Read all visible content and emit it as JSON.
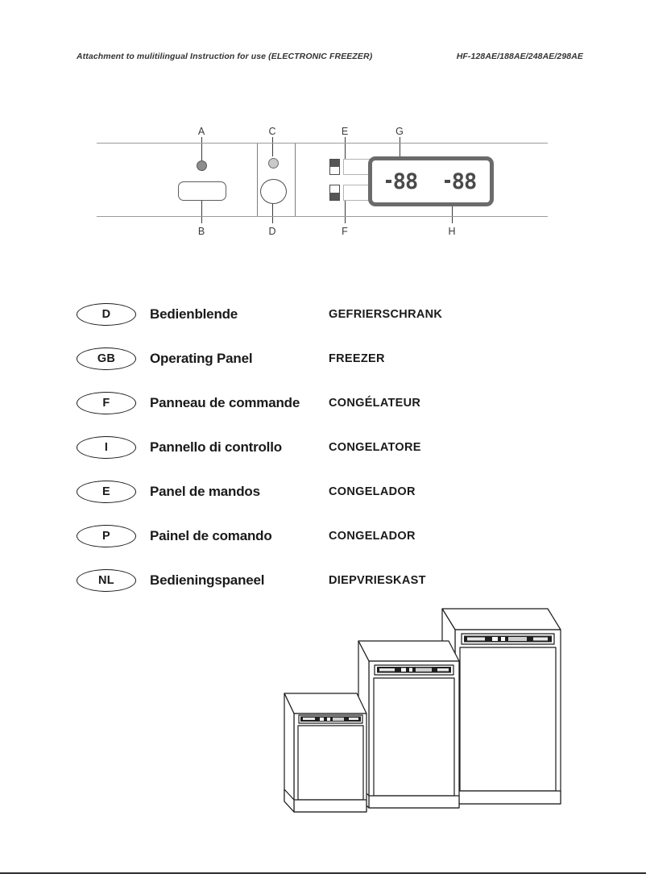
{
  "header": {
    "left": "Attachment to mulitilingual Instruction for use (ELECTRONIC FREEZER)",
    "right": "HF-128AE/188AE/248AE/298AE"
  },
  "panel_diagram": {
    "callouts_top": [
      "A",
      "C",
      "E",
      "G"
    ],
    "callouts_bottom": [
      "B",
      "D",
      "F",
      "H"
    ],
    "display": {
      "left_value": "88",
      "right_value": "88",
      "left_sign": "-",
      "right_sign": "-"
    }
  },
  "languages": [
    {
      "code": "D",
      "panel": "Bedienblende",
      "appliance": "GEFRIERSCHRANK"
    },
    {
      "code": "GB",
      "panel": "Operating Panel",
      "appliance": "FREEZER"
    },
    {
      "code": "F",
      "panel": "Panneau de commande",
      "appliance": "CONGÉLATEUR"
    },
    {
      "code": "I",
      "panel": "Pannello di controllo",
      "appliance": "CONGELATORE"
    },
    {
      "code": "E",
      "panel": "Panel de mandos",
      "appliance": "CONGELADOR"
    },
    {
      "code": "P",
      "panel": "Painel de comando",
      "appliance": "CONGELADOR"
    },
    {
      "code": "NL",
      "panel": "Bedieningspaneel",
      "appliance": "DIEPVRIESKAST"
    }
  ],
  "colors": {
    "ink": "#1a1a1a",
    "rule": "#9a9a9a",
    "display_bezel": "#6b6b6b",
    "segment": "#4a4a4a",
    "footer_rule": "#2b2b33"
  }
}
